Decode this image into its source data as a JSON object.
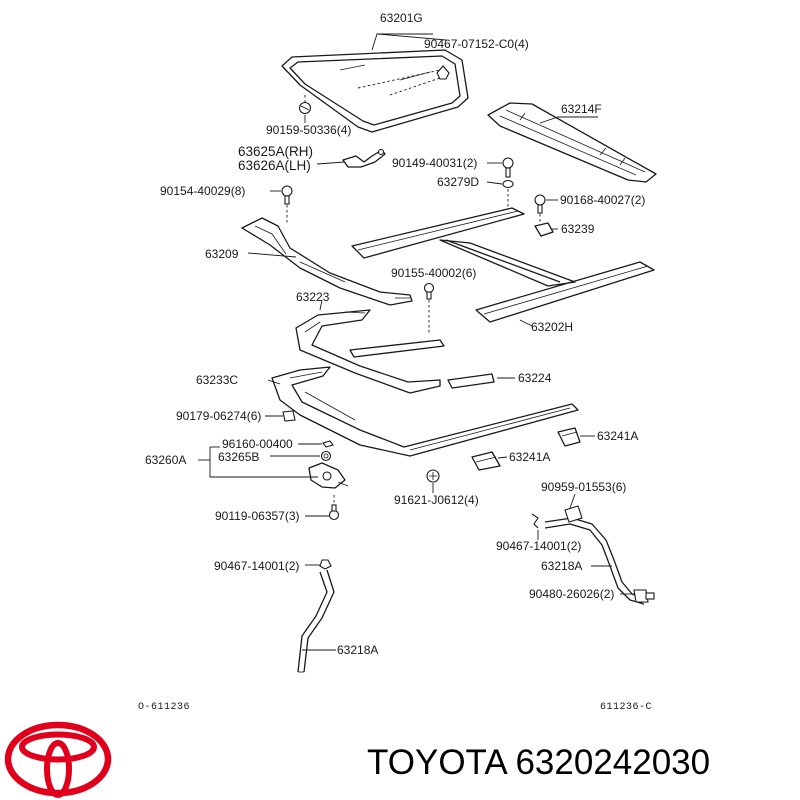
{
  "parts": {
    "p63201G": "63201G",
    "p90467_07152": "90467-07152-C0(4)",
    "p90159_50336": "90159-50336(4)",
    "p63214F": "63214F",
    "p63625A": "63625A(RH)",
    "p63626A": "63626A(LH)",
    "p90149_40031": "90149-40031(2)",
    "p63279D": "63279D",
    "p90168_40027": "90168-40027(2)",
    "p90154_40029": "90154-40029(8)",
    "p63239": "63239",
    "p63209": "63209",
    "p90155_40002": "90155-40002(6)",
    "p63223": "63223",
    "p63202H": "63202H",
    "p63233C": "63233C",
    "p63224": "63224",
    "p90179_06274": "90179-06274(6)",
    "p63241A_right": "63241A",
    "p96160_00400": "96160-00400",
    "p63260A": "63260A",
    "p63265B": "63265B",
    "p63241A_mid": "63241A",
    "p90959_01553": "90959-01553(6)",
    "p91621_J0612": "91621-J0612(4)",
    "p90119_06357": "90119-06357(3)",
    "p90467_14001_right": "90467-14001(2)",
    "p63218A_right": "63218A",
    "p90467_14001_left": "90467-14001(2)",
    "p90480_26026": "90480-26026(2)",
    "p63218A_left": "63218A"
  },
  "refs": {
    "left": "O-611236",
    "right": "611236-C"
  },
  "brand": {
    "text": "TOYOTA 6320242030",
    "logo": "toyota-logo",
    "logo_color": "#e0001b"
  }
}
